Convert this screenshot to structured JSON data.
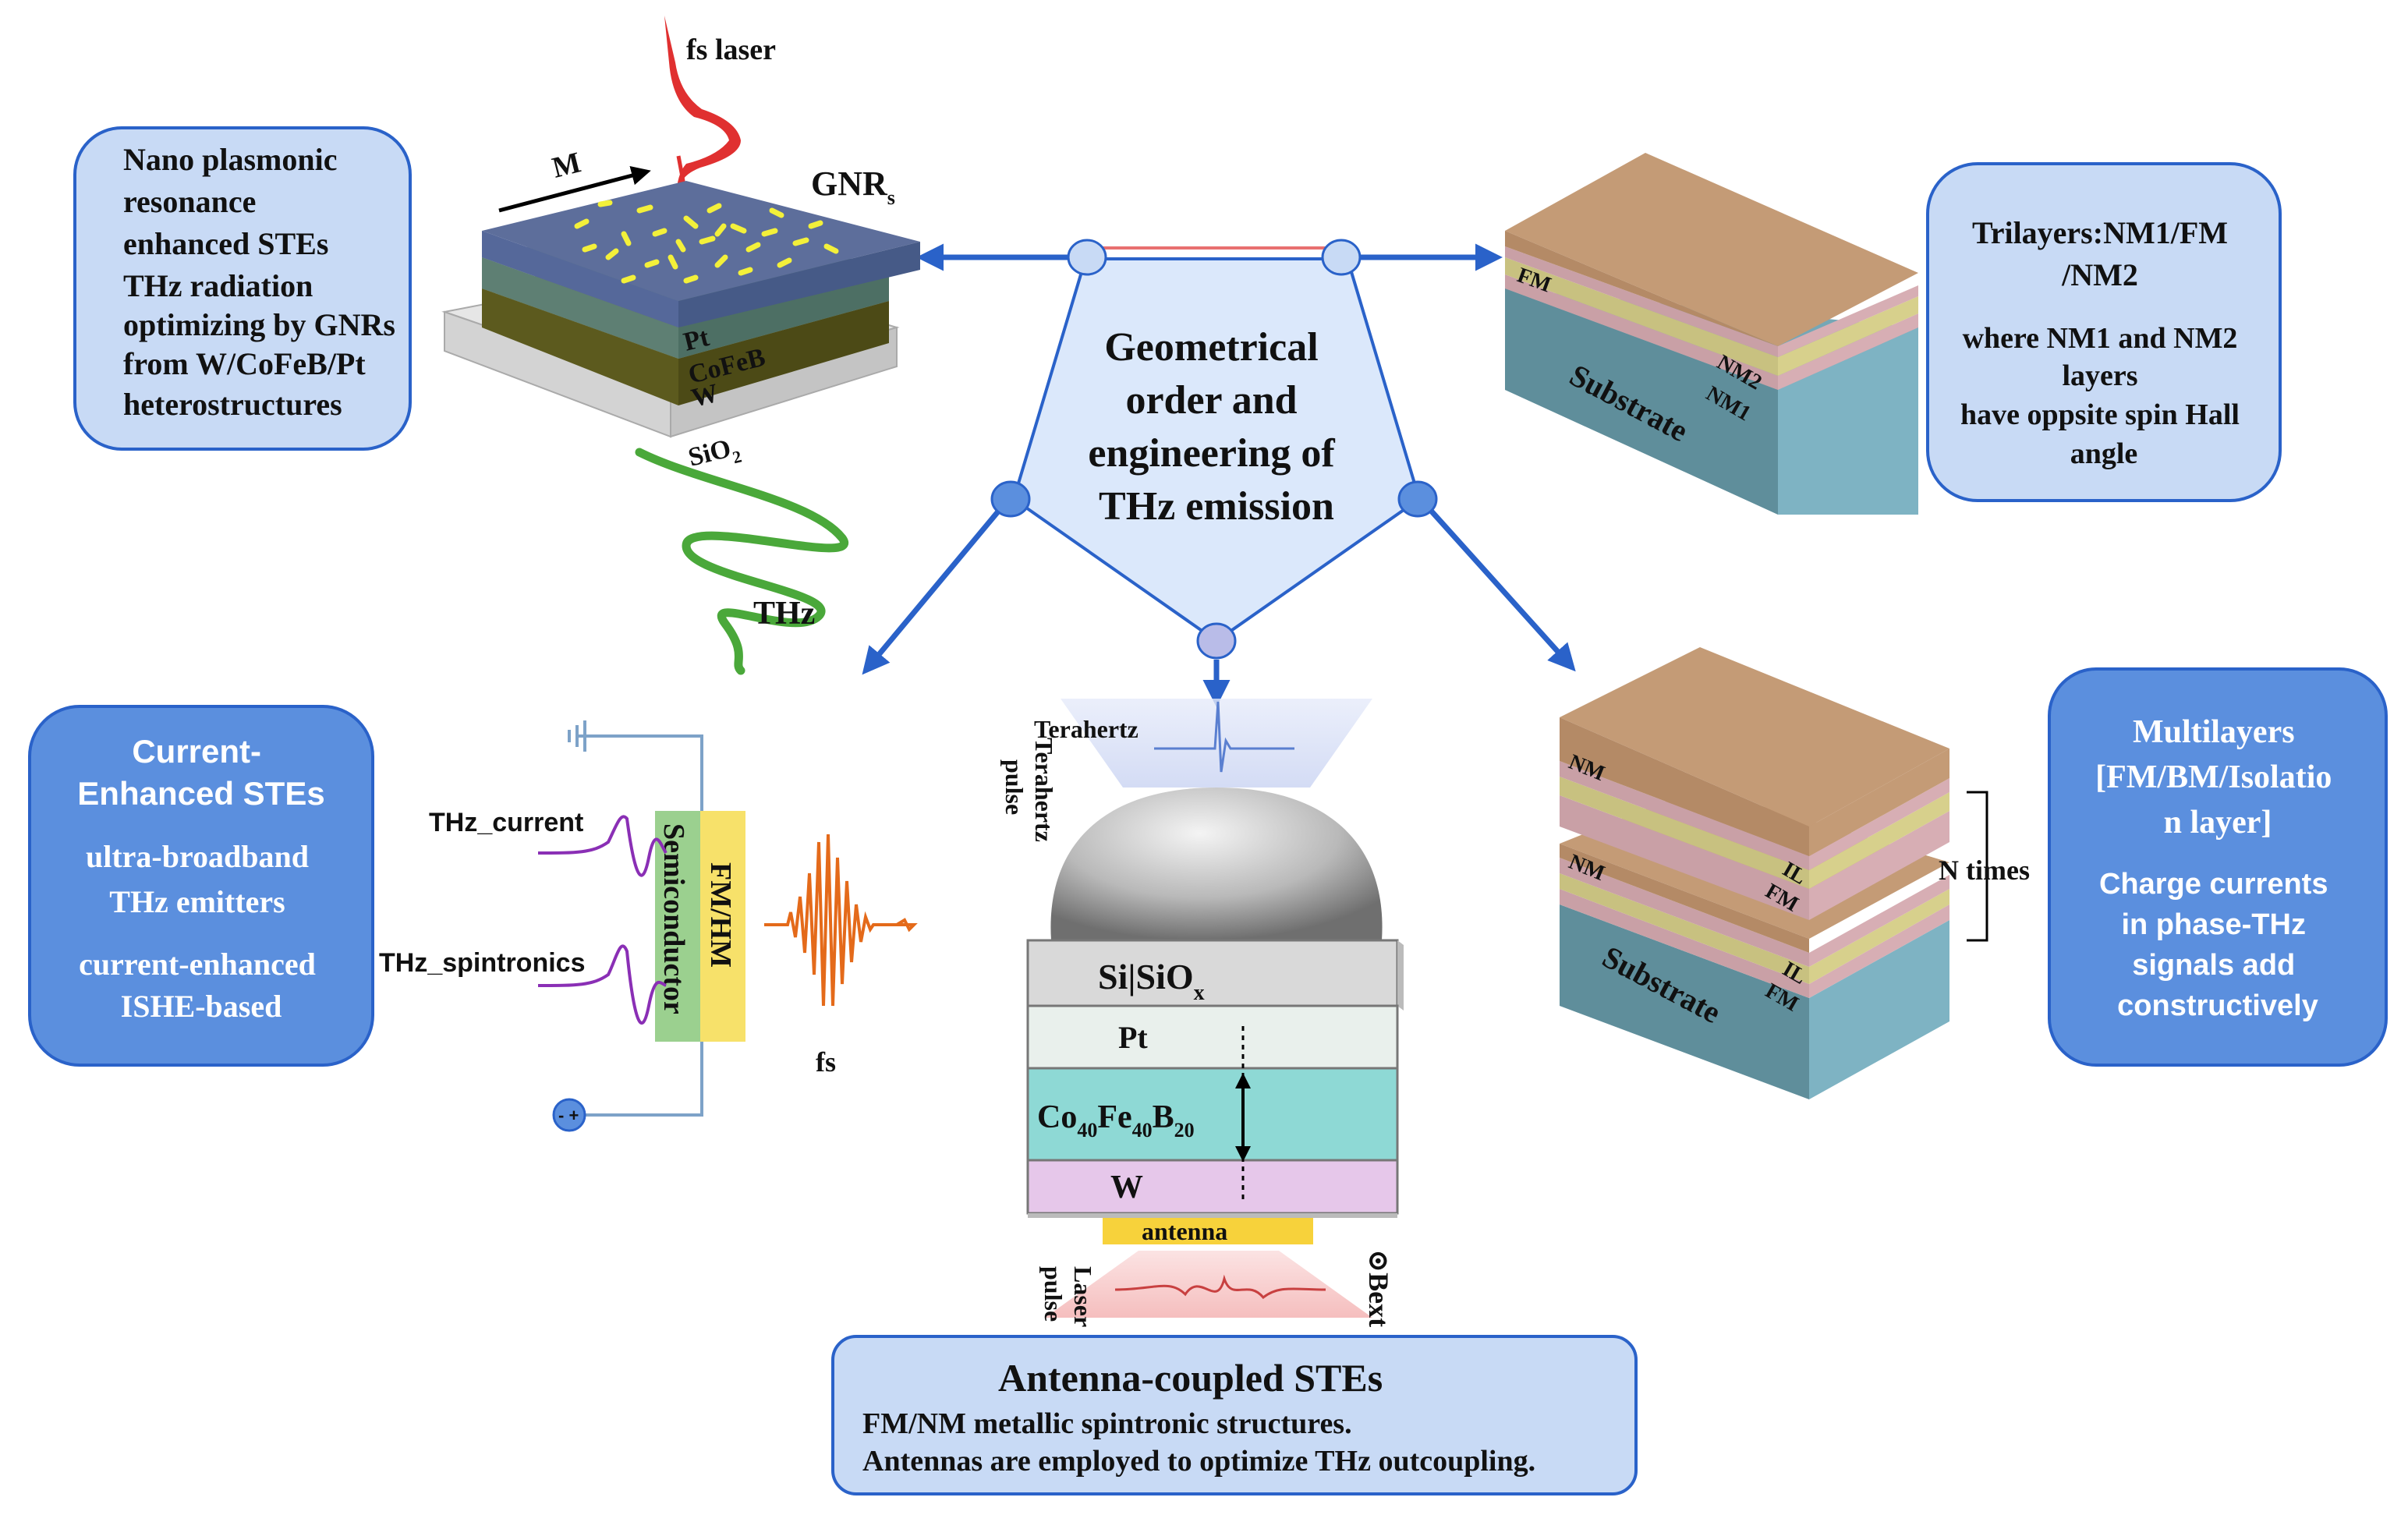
{
  "center": {
    "lines": [
      "Geometrical",
      "order and",
      "engineering of",
      "THz emission"
    ]
  },
  "nano_box": {
    "lines": [
      "Nano plasmonic",
      "resonance",
      "enhanced STEs",
      "THz radiation",
      "optimizing by GNRs",
      "from W/CoFeB/Pt",
      "heterostructures"
    ]
  },
  "nano_diagram": {
    "laser_label": "fs laser",
    "m_label": "M",
    "gnr_label": "GNR",
    "gnr_sub": "s",
    "pt_label": "Pt",
    "cofeb_label": "CoFeB",
    "w_label": "W",
    "sio2_label": "SiO",
    "sio2_sub": "2",
    "thz_label": "THz"
  },
  "trilayer_box": {
    "lines": [
      "Trilayers:NM1/FM",
      "/NM2",
      "where NM1 and NM2",
      "layers",
      "have oppsite spin Hall",
      "angle"
    ]
  },
  "trilayer_diagram": {
    "fm_label": "FM",
    "nm2_label": "NM2",
    "nm1_label": "NM1",
    "substrate_label": "Substrate"
  },
  "current_box": {
    "lines": [
      "Current-",
      "Enhanced STEs",
      "ultra-broadband",
      "THz emitters",
      "current-enhanced",
      "ISHE-based"
    ]
  },
  "current_diagram": {
    "thz_current_label": "THz_current",
    "thz_spintronics_label": "THz_spintronics",
    "semiconductor_label": "Semiconductor",
    "fmhm_label": "FM/HM",
    "fs_label": "fs",
    "battery_label": "- +"
  },
  "antenna_diagram": {
    "terahertz_pulse_lines": [
      "Terahertz",
      "pulse"
    ],
    "si_label": "Si|SiO",
    "si_sub": "x",
    "pt_label": "Pt",
    "cofeb_parts": [
      "Co",
      "40",
      "Fe",
      "40",
      "B",
      "20"
    ],
    "w_label": "W",
    "antenna_label": "antenna",
    "laser_pulse_lines": [
      "Laser",
      "pulse"
    ],
    "bext_label": "⊙Bext"
  },
  "antenna_box": {
    "title": "Antenna-coupled STEs",
    "lines": [
      "FM/NM metallic spintronic structures.",
      "Antennas are employed to optimize THz outcoupling."
    ]
  },
  "multilayer_diagram": {
    "nm_top": "NM",
    "il_top": "IL",
    "fm_top": "FM",
    "nm_bottom": "NM",
    "il_bottom": "IL",
    "fm_bottom": "FM",
    "substrate_label": "Substrate",
    "n_times_label": "N times"
  },
  "multilayer_box": {
    "title_lines": [
      "Multilayers",
      "[FM/BM/Isolatio",
      "n layer]"
    ],
    "body_lines": [
      "Charge currents",
      "in phase-THz",
      "signals add",
      "constructively"
    ]
  },
  "colors": {
    "light_box": "#c8daf5",
    "dark_box": "#5b8fde",
    "arrow": "#2a62c9",
    "pentagon_fill": "#dbe8fb",
    "pentagon_border": "#e87070",
    "laser_red": "#e03030",
    "thz_green": "#4aa83a",
    "gnr_yellow": "#f3f03a"
  }
}
